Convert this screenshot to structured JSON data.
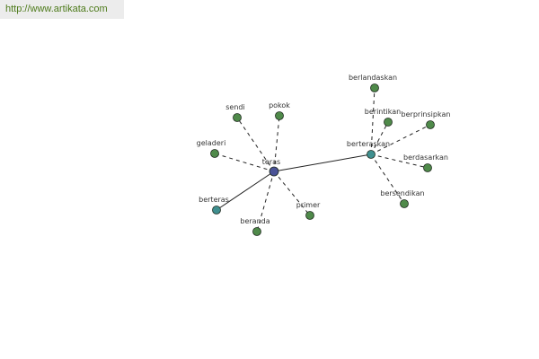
{
  "header": {
    "url": "http://www.artikata.com"
  },
  "colors": {
    "hub": "#4a5296",
    "secondary": "#3f8f8f",
    "leaf": "#4f8a4a",
    "edge": "#222222",
    "url_text": "#4d7a1a"
  },
  "nodes": [
    {
      "id": "teras",
      "label": "teras",
      "kind": "hub"
    },
    {
      "id": "berteraskan",
      "label": "berteraskan",
      "kind": "secondary"
    },
    {
      "id": "berteras",
      "label": "berteras",
      "kind": "secondary"
    },
    {
      "id": "sendi",
      "label": "sendi",
      "kind": "leaf"
    },
    {
      "id": "pokok",
      "label": "pokok",
      "kind": "leaf"
    },
    {
      "id": "geladeri",
      "label": "geladeri",
      "kind": "leaf"
    },
    {
      "id": "beranda",
      "label": "beranda",
      "kind": "leaf"
    },
    {
      "id": "primer",
      "label": "primer",
      "kind": "leaf"
    },
    {
      "id": "berlandaskan",
      "label": "berlandaskan",
      "kind": "leaf"
    },
    {
      "id": "berintikan",
      "label": "berintikan",
      "kind": "leaf"
    },
    {
      "id": "berprinsipkan",
      "label": "berprinsipkan",
      "kind": "leaf"
    },
    {
      "id": "berdasarkan",
      "label": "berdasarkan",
      "kind": "leaf"
    },
    {
      "id": "bersendikan",
      "label": "bersendikan",
      "kind": "leaf"
    }
  ],
  "edges": [
    {
      "from": "teras",
      "to": "berteraskan",
      "style": "solid"
    },
    {
      "from": "teras",
      "to": "berteras",
      "style": "solid"
    },
    {
      "from": "teras",
      "to": "sendi",
      "style": "dashed"
    },
    {
      "from": "teras",
      "to": "pokok",
      "style": "dashed"
    },
    {
      "from": "teras",
      "to": "geladeri",
      "style": "dashed"
    },
    {
      "from": "teras",
      "to": "beranda",
      "style": "dashed"
    },
    {
      "from": "teras",
      "to": "primer",
      "style": "dashed"
    },
    {
      "from": "berteraskan",
      "to": "berlandaskan",
      "style": "dashed"
    },
    {
      "from": "berteraskan",
      "to": "berintikan",
      "style": "dashed"
    },
    {
      "from": "berteraskan",
      "to": "berprinsipkan",
      "style": "dashed"
    },
    {
      "from": "berteraskan",
      "to": "berdasarkan",
      "style": "dashed"
    },
    {
      "from": "berteraskan",
      "to": "bersendikan",
      "style": "dashed"
    }
  ]
}
